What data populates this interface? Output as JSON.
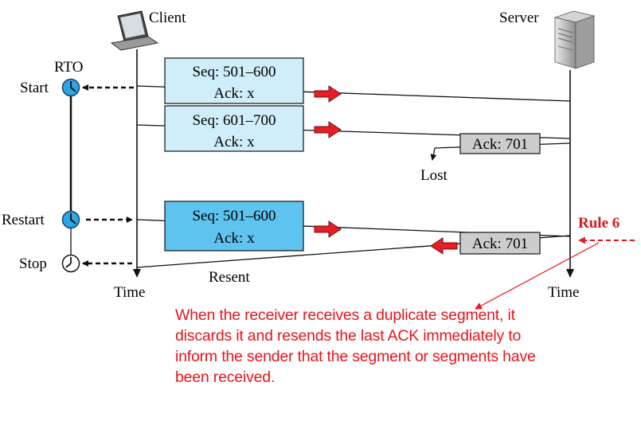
{
  "labels": {
    "client": "Client",
    "server": "Server",
    "rto": "RTO",
    "start": "Start",
    "restart": "Restart",
    "stop": "Stop",
    "time_client": "Time",
    "time_server": "Time",
    "lost": "Lost",
    "resent": "Resent",
    "rule": "Rule 6"
  },
  "segments": [
    {
      "seq": "Seq: 501–600",
      "ack": "Ack: x"
    },
    {
      "seq": "Seq: 601–700",
      "ack": "Ack: x"
    },
    {
      "seq": "Seq: 501–600",
      "ack": "Ack: x"
    }
  ],
  "acks": [
    "Ack: 701",
    "Ack: 701"
  ],
  "note": "When the receiver receives a duplicate segment, it discards it and resends the last ACK immediately to inform the sender that the segment or segments have been received.",
  "colors": {
    "segment_fill": "#cfeefa",
    "resent_fill": "#5ec3ee",
    "ack_fill": "#cdcdcd",
    "clock_fill": "#2aa8e6",
    "arrow_red": "#e41e26",
    "annotation": "#e8141b"
  },
  "icons": {
    "client": "laptop-icon",
    "server": "server-tower-icon",
    "clock": "clock-icon"
  }
}
